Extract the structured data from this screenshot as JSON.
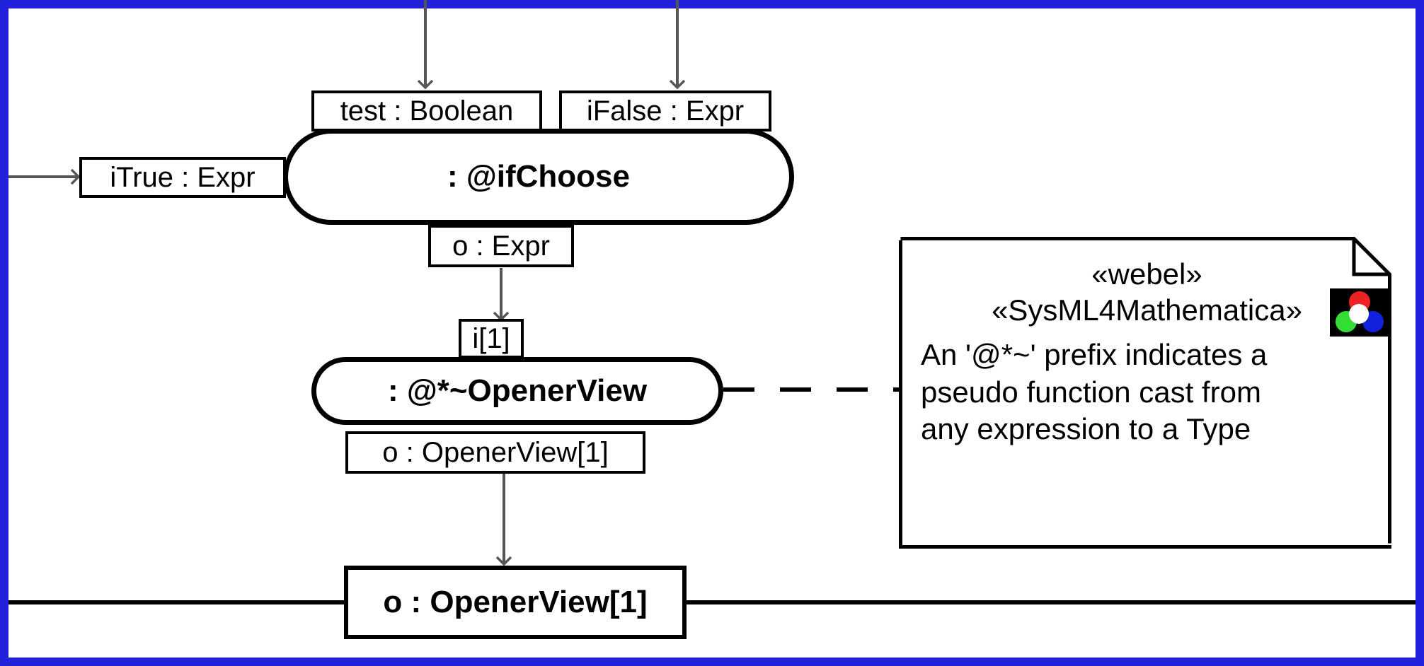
{
  "diagram": {
    "kind": "sysml-activity-diagram",
    "frame_color": "#2222dd",
    "background": "#ffffff",
    "line_color": "#000000",
    "arrow_color": "#555555"
  },
  "pins": {
    "test": "test : Boolean",
    "ifalse": "iFalse : Expr",
    "itrue": "iTrue : Expr",
    "if_out": "o : Expr",
    "opener_in": "i[1]",
    "opener_out": "o : OpenerView[1]"
  },
  "actions": {
    "if_choose": ": @ifChoose",
    "opener_view": ": @*~OpenerView"
  },
  "object_nodes": {
    "result": "o : OpenerView[1]"
  },
  "note": {
    "stereotype_1": "«webel»",
    "stereotype_2": "«SysML4Mathematica»",
    "text_lines": [
      "An '@*~' prefix indicates a",
      "pseudo function cast from",
      "any expression to a Type"
    ],
    "icon": {
      "name": "rgb-circles-icon",
      "background": "#000000",
      "red": "#ee2222",
      "green": "#33dd33",
      "blue": "#1122dd",
      "center": "#ffffff"
    }
  }
}
